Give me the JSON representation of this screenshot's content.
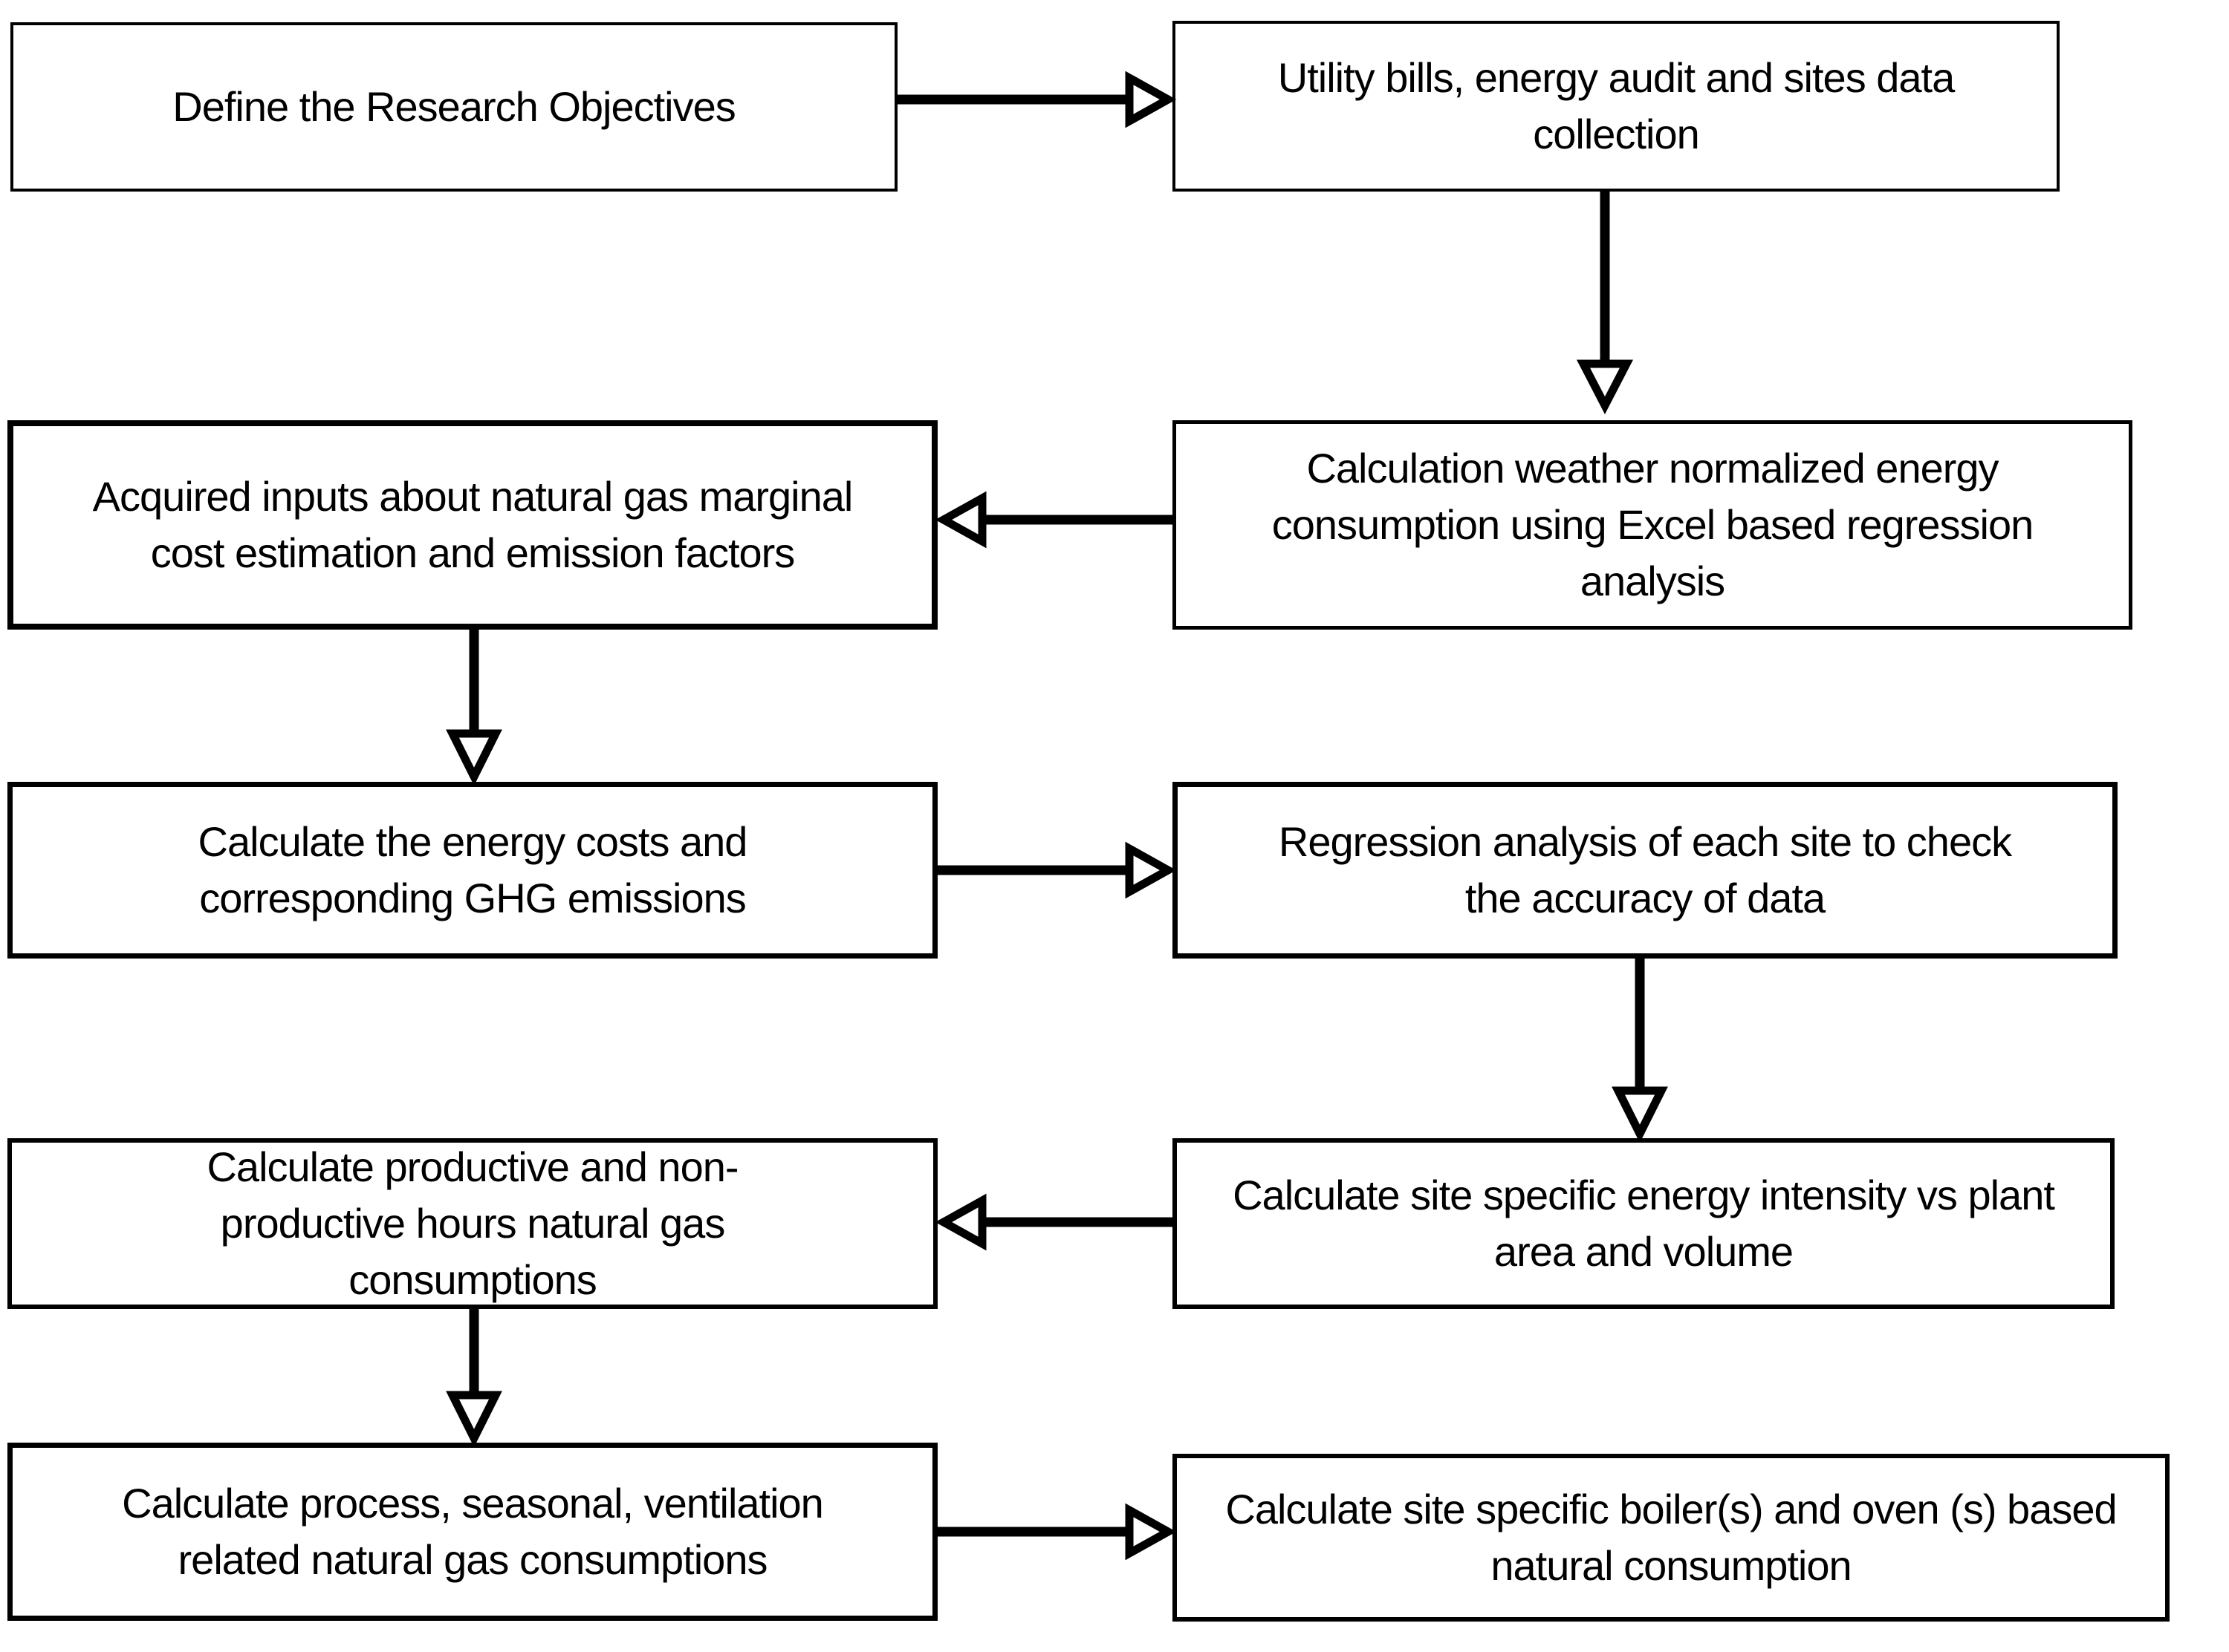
{
  "diagram": {
    "type": "flowchart",
    "colors": {
      "line": "#000000",
      "box_fill": "#ffffff",
      "background": "#ffffff",
      "text": "#000000"
    },
    "boxes": [
      {
        "id": "define-objectives",
        "label": "Define the Research Objectives"
      },
      {
        "id": "data-collection",
        "label": "Utility bills, energy audit and sites data collection"
      },
      {
        "id": "weather-normalized",
        "label": "Calculation weather normalized energy consumption using Excel based regression analysis"
      },
      {
        "id": "acquired-inputs",
        "label": "Acquired inputs about natural gas marginal cost estimation and emission factors"
      },
      {
        "id": "energy-costs-ghg",
        "label": "Calculate the energy costs and corresponding GHG emissions"
      },
      {
        "id": "regression-accuracy",
        "label": "Regression analysis of each site to check the accuracy of data"
      },
      {
        "id": "energy-intensity",
        "label": "Calculate site specific energy intensity vs plant area and volume"
      },
      {
        "id": "productive-hours",
        "label": "Calculate productive and non-productive hours natural gas consumptions"
      },
      {
        "id": "process-seasonal",
        "label": "Calculate process, seasonal, ventilation related natural gas consumptions"
      },
      {
        "id": "boiler-oven",
        "label": "Calculate site specific boiler(s) and oven (s) based natural consumption"
      }
    ],
    "connectors": [
      {
        "from": "define-objectives",
        "to": "data-collection",
        "direction": "right",
        "head": "open-triangle"
      },
      {
        "from": "data-collection",
        "to": "weather-normalized",
        "direction": "down",
        "head": "open-triangle"
      },
      {
        "from": "weather-normalized",
        "to": "acquired-inputs",
        "direction": "left",
        "head": "open-triangle"
      },
      {
        "from": "acquired-inputs",
        "to": "energy-costs-ghg",
        "direction": "down",
        "head": "open-triangle"
      },
      {
        "from": "energy-costs-ghg",
        "to": "regression-accuracy",
        "direction": "right",
        "head": "open-triangle"
      },
      {
        "from": "regression-accuracy",
        "to": "energy-intensity",
        "direction": "down",
        "head": "open-triangle"
      },
      {
        "from": "energy-intensity",
        "to": "productive-hours",
        "direction": "left",
        "head": "open-triangle"
      },
      {
        "from": "productive-hours",
        "to": "process-seasonal",
        "direction": "down",
        "head": "open-triangle"
      },
      {
        "from": "process-seasonal",
        "to": "boiler-oven",
        "direction": "right",
        "head": "open-triangle"
      }
    ]
  }
}
